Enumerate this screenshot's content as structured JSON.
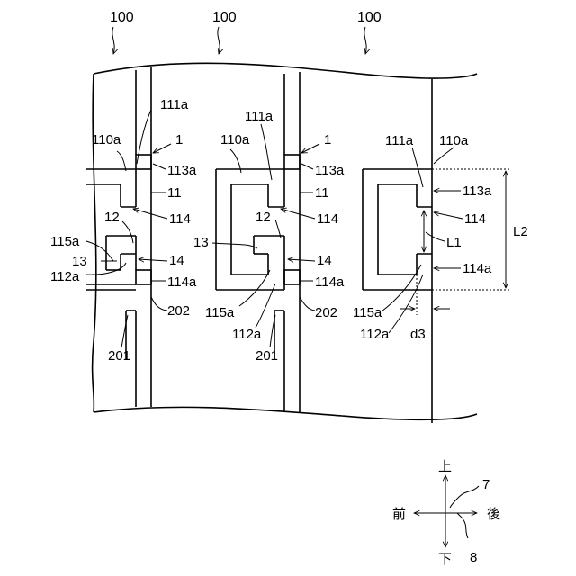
{
  "labels": {
    "unit_left": "100",
    "unit_mid": "100",
    "unit_right": "100",
    "l_111a": "111a",
    "l_110a": "110a",
    "l_1": "1",
    "l_113a": "113a",
    "l_11": "11",
    "l_12": "12",
    "l_114": "114",
    "l_115a": "115a",
    "l_13": "13",
    "l_14": "14",
    "l_112a": "112a",
    "l_114a": "114a",
    "l_202": "202",
    "l_201": "201",
    "m_111a": "111a",
    "m_110a": "110a",
    "m_1": "1",
    "m_113a": "113a",
    "m_11": "11",
    "m_12": "12",
    "m_114": "114",
    "m_13": "13",
    "m_14": "14",
    "m_115a": "115a",
    "m_114a": "114a",
    "m_112a": "112a",
    "m_202": "202",
    "m_201": "201",
    "r_111a": "111a",
    "r_110a": "110a",
    "r_113a": "113a",
    "r_114": "114",
    "r_L1": "L1",
    "r_L2": "L2",
    "r_114a": "114a",
    "r_115a": "115a",
    "r_112a": "112a",
    "r_d3": "d3"
  },
  "compass": {
    "up": "上",
    "down": "下",
    "front": "前",
    "back": "後",
    "ref_7": "7",
    "ref_8": "8"
  }
}
